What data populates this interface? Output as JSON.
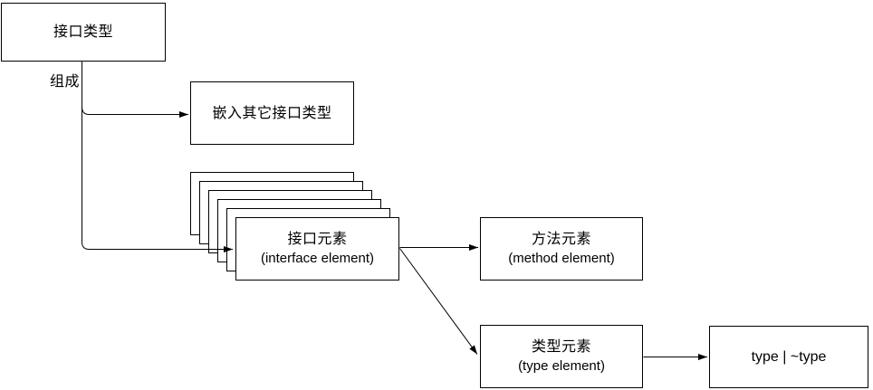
{
  "diagram": {
    "colors": {
      "stroke": "#000000",
      "node_fill": "#ffffff",
      "text": "#000000"
    },
    "nodes": {
      "interface_type": {
        "label": "接口类型"
      },
      "embed": {
        "label": "嵌入其它接口类型"
      },
      "interface_element": {
        "label_zh": "接口元素",
        "label_en": "(interface element)",
        "stack_count": 6
      },
      "method_element": {
        "label_zh": "方法元素",
        "label_en": "(method element)"
      },
      "type_element": {
        "label_zh": "类型元素",
        "label_en": "(type element)"
      },
      "type_union": {
        "label": "type | ~type"
      }
    },
    "edges": {
      "compose_label": "组成",
      "list": [
        {
          "from": "interface_type",
          "to": "embed",
          "label": "组成"
        },
        {
          "from": "interface_type",
          "to": "interface_element",
          "label": "组成"
        },
        {
          "from": "interface_element",
          "to": "method_element",
          "label": ""
        },
        {
          "from": "interface_element",
          "to": "type_element",
          "label": ""
        },
        {
          "from": "type_element",
          "to": "type_union",
          "label": ""
        }
      ]
    }
  }
}
